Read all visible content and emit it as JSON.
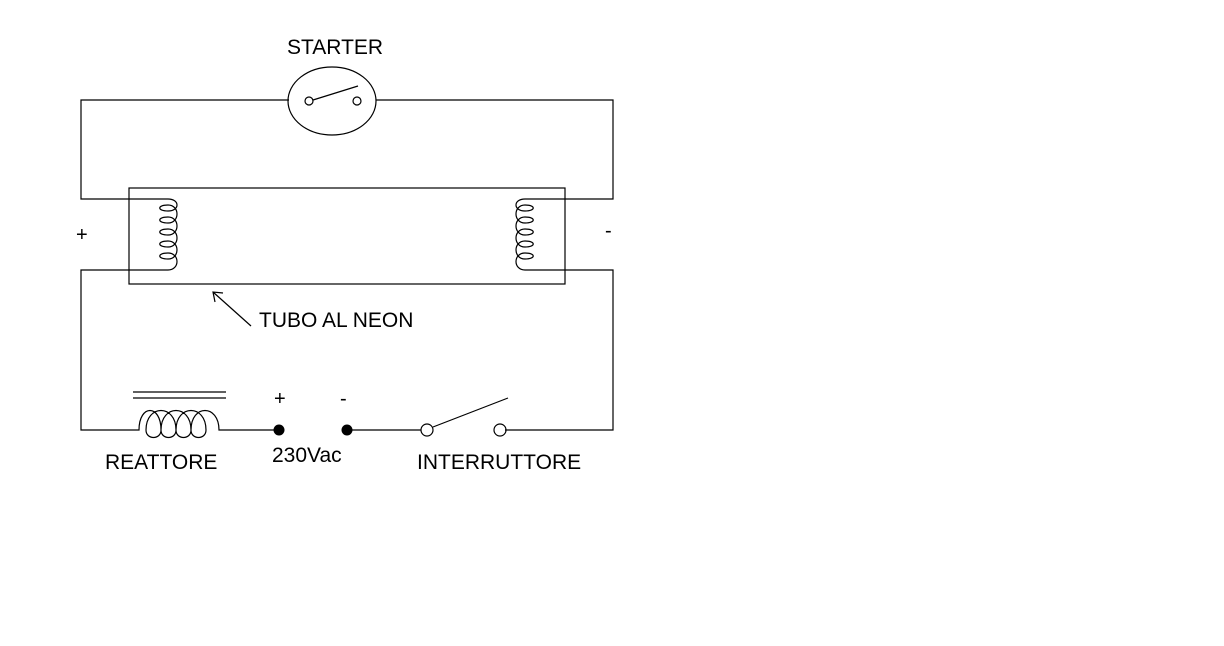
{
  "labels": {
    "starter": "STARTER",
    "tube": "TUBO AL NEON",
    "ballast": "REATTORE",
    "supply": "230Vac",
    "switch": "INTERRUTTORE"
  },
  "polarity": {
    "left": "+",
    "right": "-",
    "supply_plus": "+",
    "supply_minus": "-"
  },
  "colors": {
    "line": "#000000",
    "background": "#ffffff"
  }
}
